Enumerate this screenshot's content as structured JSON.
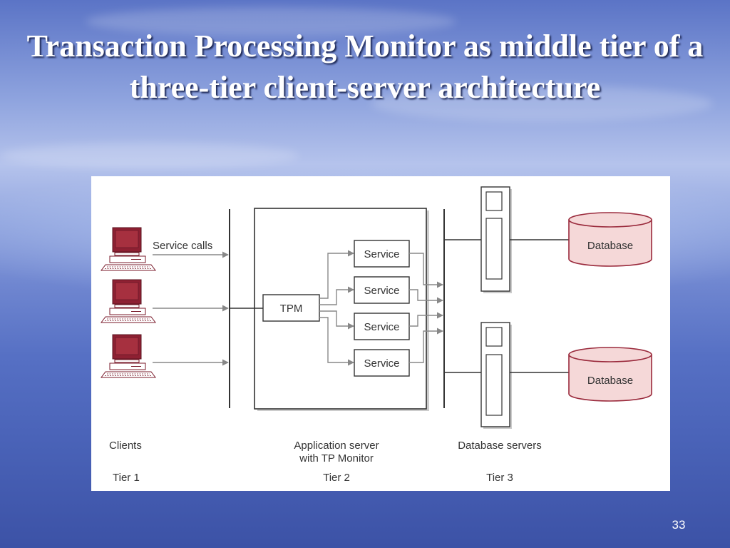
{
  "slide": {
    "title": "Transaction Processing Monitor as middle tier of a three-tier client-server architecture",
    "page_number": "33"
  },
  "diagram": {
    "service_calls_label": "Service calls",
    "tpm_label": "TPM",
    "services": [
      "Service",
      "Service",
      "Service",
      "Service"
    ],
    "databases": [
      "Database",
      "Database"
    ],
    "columns": {
      "clients": "Clients",
      "app_server_line1": "Application server",
      "app_server_line2": "with TP Monitor",
      "db_servers": "Database servers"
    },
    "tiers": [
      "Tier 1",
      "Tier 2",
      "Tier 3"
    ],
    "colors": {
      "computer_fill": "#8e2032",
      "database_fill": "#f5d8d8",
      "database_stroke": "#9a2a3c",
      "line": "#333333",
      "arrow": "#888888"
    },
    "icons": {
      "client": "desktop-computer-icon",
      "server": "server-tower-icon",
      "database": "database-cylinder-icon"
    }
  }
}
